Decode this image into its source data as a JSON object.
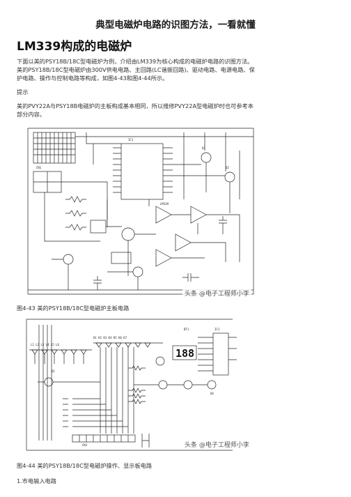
{
  "doc": {
    "title": "典型电磁炉电路的识图方法，一看就懂",
    "heading": "LM339构成的电磁炉",
    "intro_line1": "下面以美的PSY18B/18C型电磁炉为例，介绍由LM339为核心构成的电磁炉电路的识图方法。",
    "intro_line2": "美的PSY18B/18C型电磁炉由300V供电电路、主回路(LC谐振回路)、驱动电路、电源电路、保",
    "intro_line3": "护电路、操作与控制电路等构成，如图4-43和图4-44所示。",
    "tip_label": "提示",
    "tip_line1": "美的PVY22A与PSY18B电磁炉的主板构成基本相同，所以维修PVY22A型电磁炉时也可参考本",
    "tip_line2": "部分内容。",
    "fig1_caption": "图4-43 美的PSY18B/18C型电磁炉主板电路",
    "fig2_caption": "图4-44 美的PSY18B/18C型电磁炉操作、显示板电路",
    "section_1": "1.市电输入电路",
    "watermark": "头条 @电子工程师小李",
    "display_digits": "188"
  }
}
